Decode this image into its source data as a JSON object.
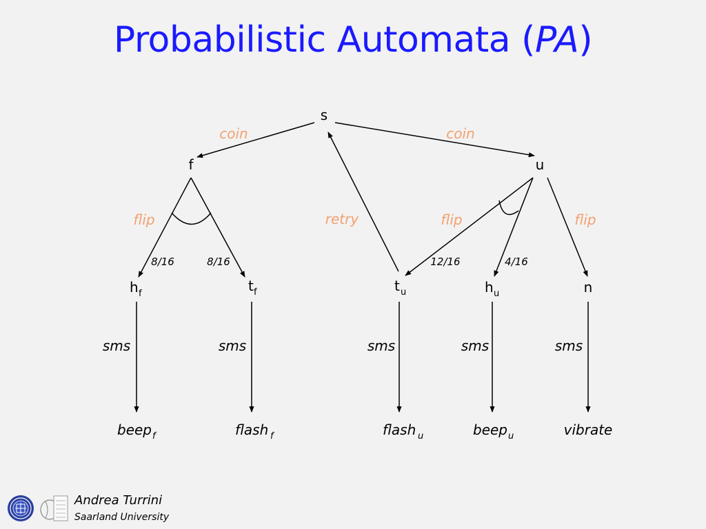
{
  "slide": {
    "title_main": "Probabilistic Automata (",
    "title_abbrev": "PA",
    "title_close": ")"
  },
  "diagram": {
    "states": {
      "s": "s",
      "f": "f",
      "u": "u",
      "hf": "h",
      "hf_sub": "f",
      "tf": "t",
      "tf_sub": "f",
      "tu": "t",
      "tu_sub": "u",
      "hu": "h",
      "hu_sub": "u",
      "n": "n"
    },
    "actions": {
      "coin_left": "coin",
      "coin_right": "coin",
      "flip_f": "flip",
      "retry": "retry",
      "flip_u": "flip",
      "flip_n": "flip",
      "sms_hf": "sms",
      "sms_tf": "sms",
      "sms_tu": "sms",
      "sms_hu": "sms",
      "sms_n": "sms"
    },
    "probabilities": {
      "f_hf": "8/16",
      "f_tf": "8/16",
      "u_tu": "12/16",
      "u_hu": "4/16"
    },
    "terminals": {
      "beep_f": "beep",
      "beep_f_sub": "f",
      "flash_f": "flash",
      "flash_f_sub": "f",
      "flash_u": "flash",
      "flash_u_sub": "u",
      "beep_u": "beep",
      "beep_u_sub": "u",
      "vibrate": "vibrate"
    },
    "colors": {
      "action_highlight": "#f4a070",
      "title": "#1a1aff"
    }
  },
  "footer": {
    "author": "Andrea Turrini",
    "institution": "Saarland University",
    "logo_icons": [
      "university-seal-icon",
      "department-logo-icon"
    ]
  }
}
